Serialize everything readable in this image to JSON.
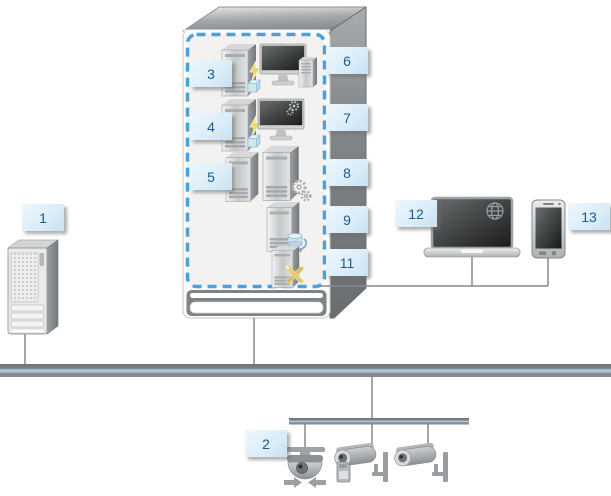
{
  "diagram": {
    "background": "#ffffff",
    "external_server": {
      "callout": "1",
      "icon": "tower-server-icon"
    },
    "camera_network": {
      "callout": "2",
      "devices": [
        {
          "icon": "dome-camera-ptz-icon"
        },
        {
          "icon": "bullet-camera-sd-card-icon"
        },
        {
          "icon": "bullet-camera-icon"
        }
      ]
    },
    "cabinet": {
      "border_style": "blue-dashed",
      "interior_servers": [
        {
          "callout": "3",
          "icon": "server-lightning-cube-icon"
        },
        {
          "callout": "4",
          "icon": "server-lightning-cube-icon"
        },
        {
          "callout": "5",
          "icon": "server-icon"
        }
      ],
      "side_items": [
        {
          "callout": "6",
          "icon": "workstation-monitor-with-tower-icon"
        },
        {
          "callout": "7",
          "icon": "monitor-with-gear-icon"
        },
        {
          "callout": "8",
          "icon": "server-with-gears-icon"
        },
        {
          "callout": "9",
          "icon": "server-with-storage-sync-icon"
        },
        {
          "callout": "11",
          "icon": "server-with-tools-icon"
        }
      ]
    },
    "clients": [
      {
        "callout": "12",
        "icon": "laptop-with-globe-icon"
      },
      {
        "callout": "13",
        "icon": "smartphone-icon"
      }
    ],
    "colors": {
      "callout_background": "#ddeef9",
      "callout_text": "#1d5a8d",
      "dashed_border_blue": "#4da0d8",
      "network_bus_stripe": "#a6c2da",
      "connector_line": "#898989",
      "cabinet_side_gray": "#75797c",
      "device_gray": "#b9bcbe",
      "lightning_yellow": "#eed75a",
      "tools_yellow": "#d6bd62",
      "storage_blue": "#cfe4f0"
    }
  }
}
